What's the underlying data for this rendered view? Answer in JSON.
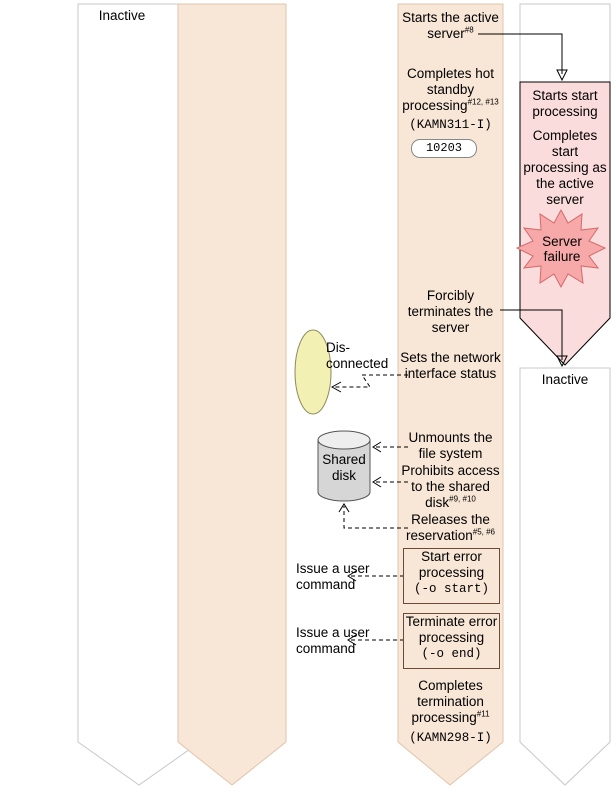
{
  "columns": {
    "col1_label": "Inactive",
    "col5_top_label": "",
    "col5_bottom_label": "Inactive"
  },
  "col4": {
    "starts_active": "Starts the active server",
    "starts_active_sup": "#8",
    "completes_hot_standby": "Completes hot standby processing",
    "completes_hot_standby_sup": "#12, #13",
    "msg1": "(KAMN311-I)",
    "code": "10203",
    "forcibly_terminates": "Forcibly terminates the server",
    "sets_network": "Sets the network interface status",
    "unmounts": "Unmounts the file system",
    "prohibits": "Prohibits access to the shared disk",
    "prohibits_sup": "#9, #10",
    "releases": "Releases the reservation",
    "releases_sup": "#5, #6",
    "start_error": "Start error processing",
    "start_error_opt": "(-o start)",
    "terminate_error": "Terminate error processing",
    "terminate_error_opt": "(-o end)",
    "completes_termination": "Completes termination processing",
    "completes_termination_sup": "#11",
    "msg2": "(KAMN298-I)"
  },
  "col5": {
    "starts_start": "Starts start processing",
    "completes_start": "Completes start processing as the active server",
    "server_failure": "Server failure"
  },
  "col3": {
    "disconnected": "Dis-connected",
    "shared_disk": "Shared disk",
    "issue_cmd_1": "Issue a user command",
    "issue_cmd_2": "Issue a user command"
  },
  "colors": {
    "peach": "#f8e6d6",
    "peach_border": "#e0c4ac",
    "pink": "#fbdcdc",
    "burst": "#f7a8a8",
    "ellipse": "#f3f0b4",
    "disk": "#d6d6d6"
  }
}
